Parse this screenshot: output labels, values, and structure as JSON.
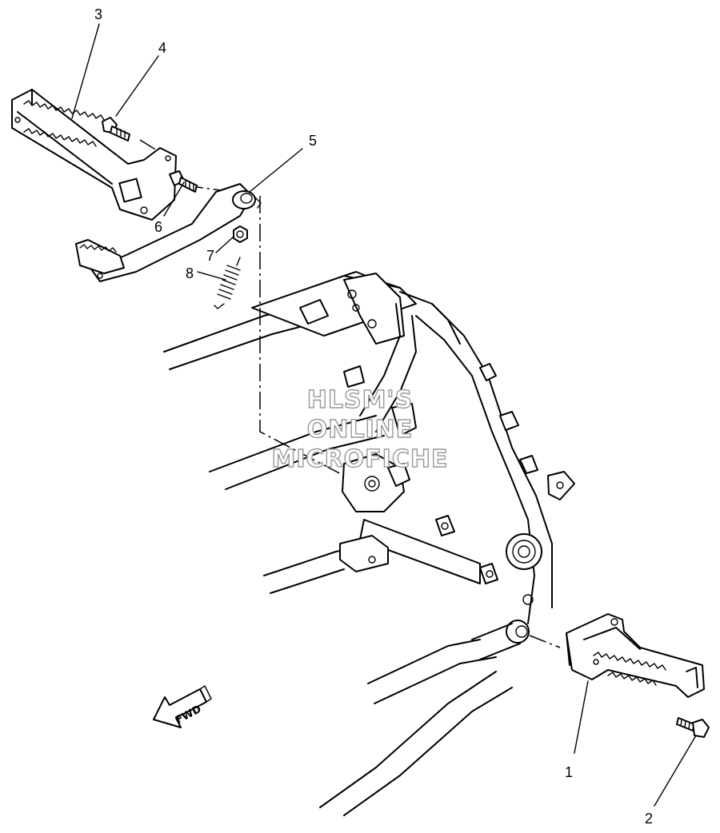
{
  "callouts": [
    {
      "id": "1",
      "label": "1"
    },
    {
      "id": "2",
      "label": "2"
    },
    {
      "id": "3",
      "label": "3"
    },
    {
      "id": "4",
      "label": "4"
    },
    {
      "id": "5",
      "label": "5"
    },
    {
      "id": "6",
      "label": "6"
    },
    {
      "id": "7",
      "label": "7"
    },
    {
      "id": "8",
      "label": "8"
    }
  ],
  "watermark": {
    "line1": "HLSM'S",
    "line2": "ONLINE",
    "line3": "MICROFICHE"
  },
  "direction_arrow": {
    "label": "FWD",
    "icon": "fwd-arrow-icon"
  }
}
